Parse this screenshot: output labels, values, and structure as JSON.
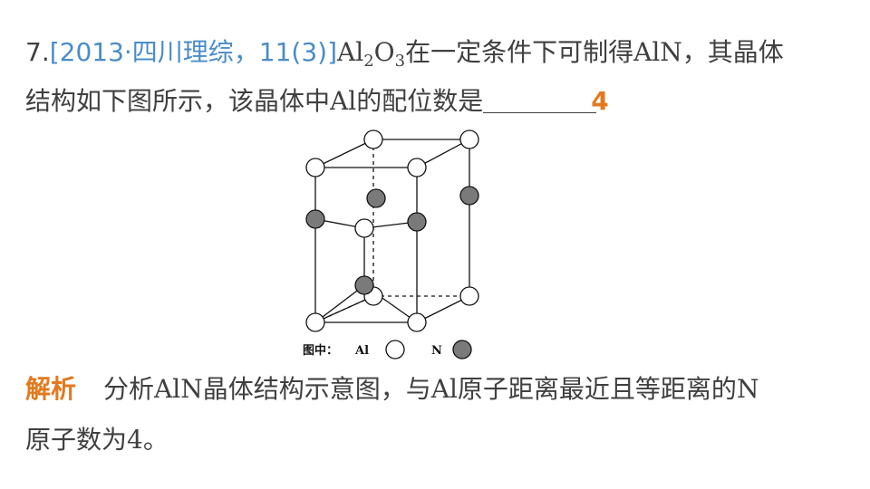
{
  "question": {
    "number": "7.",
    "source": "[2013·四川理综，11(3)]",
    "al": "Al",
    "sub2": "2",
    "o": "O",
    "sub3": "3",
    "text1": "在一定条件下可制得",
    "aln": "AlN",
    "text2": "，其晶体",
    "line2_text": "结构如下图所示，该晶体中",
    "al2": "Al",
    "line2_end": "的配位数是",
    "answer": "4"
  },
  "figure": {
    "legend_prefix": "图中：",
    "legend_al": "Al",
    "legend_n": "N",
    "colors": {
      "al_fill": "#ffffff",
      "n_fill": "#7a7a7a",
      "stroke": "#111111"
    }
  },
  "analysis": {
    "label": "解析",
    "text1": "分析",
    "aln": "AlN",
    "text2": "晶体结构示意图，与",
    "al": "Al",
    "text3": "原子距离最近且等距离的",
    "n": "N",
    "line2": "原子数为",
    "num": "4",
    "end": "。"
  },
  "colors": {
    "text": "#404040",
    "source": "#4a8cc8",
    "accent": "#e3791f"
  }
}
